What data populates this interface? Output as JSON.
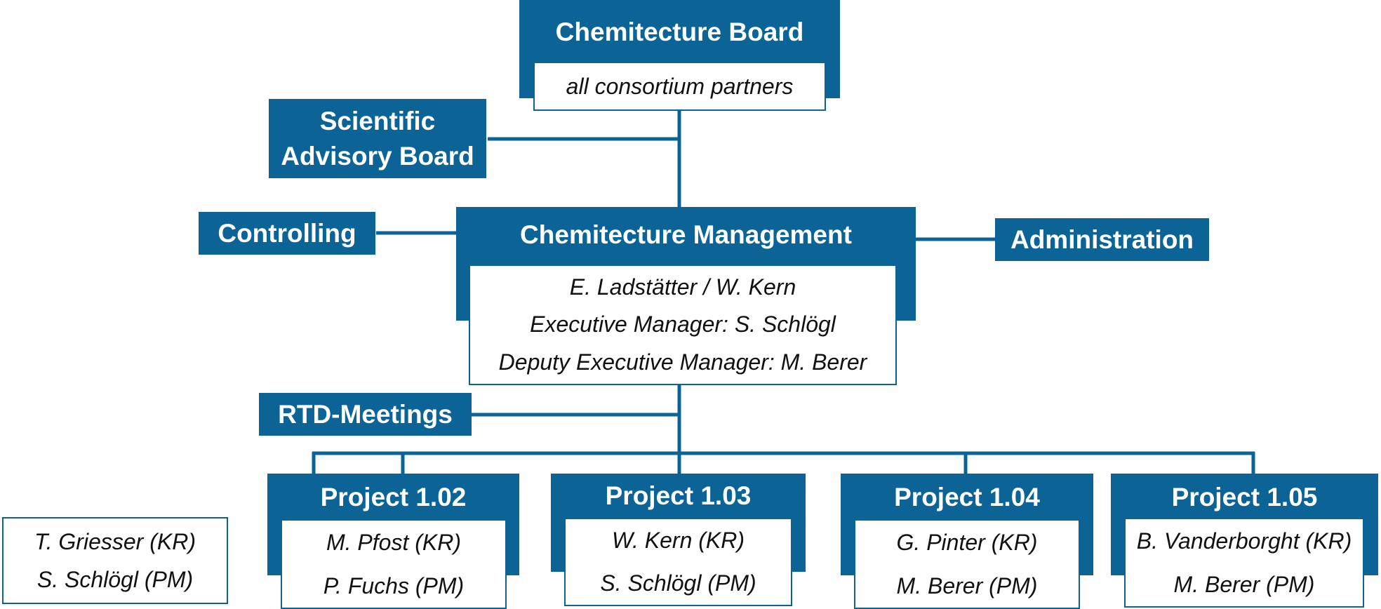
{
  "colors": {
    "primary": "#0b6396",
    "line": "#0b6396",
    "background": "#ffffff",
    "text_dark": "#111111"
  },
  "board": {
    "title": "Chemitecture Board",
    "subtitle": "all consortium partners"
  },
  "advisory": {
    "line1": "Scientific",
    "line2": "Advisory Board"
  },
  "controlling": {
    "label": "Controlling"
  },
  "administration": {
    "label": "Administration"
  },
  "management": {
    "title": "Chemitecture Management",
    "lines": [
      "E. Ladstätter / W. Kern",
      "Executive Manager: S. Schlögl",
      "Deputy Executive Manager: M. Berer"
    ]
  },
  "rtd": {
    "label": "RTD-Meetings"
  },
  "projects": [
    {
      "title": "Project 1.02",
      "kr": "M. Pfost (KR)",
      "pm": "P. Fuchs (PM)"
    },
    {
      "title": "Project 1.03",
      "kr": "W. Kern (KR)",
      "pm": "S. Schlögl (PM)"
    },
    {
      "title": "Project 1.04",
      "kr": "G. Pinter (KR)",
      "pm": "M. Berer (PM)"
    },
    {
      "title": "Project 1.05",
      "kr": "B. Vanderborght (KR)",
      "pm": "M. Berer (PM)"
    }
  ],
  "legend": {
    "line1": "T. Griesser (KR)",
    "line2": "S. Schlögl (PM)"
  }
}
